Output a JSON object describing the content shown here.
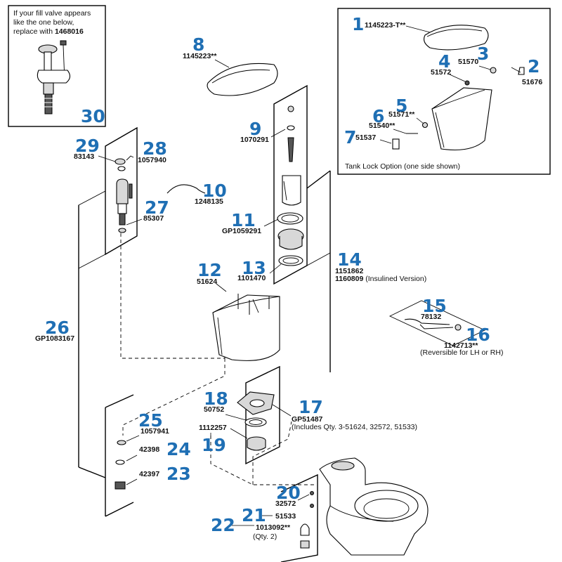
{
  "callouts": [
    {
      "num": "1",
      "part": "1145223-T**"
    },
    {
      "num": "2",
      "part": "51676"
    },
    {
      "num": "3",
      "part": "51570"
    },
    {
      "num": "4",
      "part": "51572"
    },
    {
      "num": "5",
      "part": "51571**"
    },
    {
      "num": "6",
      "part": "51540**"
    },
    {
      "num": "7",
      "part": "51537"
    },
    {
      "num": "8",
      "part": "1145223**"
    },
    {
      "num": "9",
      "part": "1070291"
    },
    {
      "num": "10",
      "part": "1248135"
    },
    {
      "num": "11",
      "part": "GP1059291"
    },
    {
      "num": "12",
      "part": "51624"
    },
    {
      "num": "13",
      "part": "1101470"
    },
    {
      "num": "14",
      "part": "1151862",
      "part2": "1160809",
      "note": "(Insulined Version)"
    },
    {
      "num": "15",
      "part": "78132"
    },
    {
      "num": "16",
      "part": "1142713**",
      "note": "(Reversible for LH or RH)"
    },
    {
      "num": "17",
      "part": "GP51487",
      "note": "(Includes Qty. 3-51624, 32572, 51533)"
    },
    {
      "num": "18",
      "part": "50752"
    },
    {
      "num": "19",
      "part": "1112257"
    },
    {
      "num": "20",
      "part": "32572"
    },
    {
      "num": "21",
      "part": "51533"
    },
    {
      "num": "22",
      "part": "1013092**",
      "note": "(Qty. 2)"
    },
    {
      "num": "23",
      "part": "42397"
    },
    {
      "num": "24",
      "part": "42398"
    },
    {
      "num": "25",
      "part": "1057941"
    },
    {
      "num": "26",
      "part": "GP1083167"
    },
    {
      "num": "27",
      "part": "85307"
    },
    {
      "num": "28",
      "part": "1057940"
    },
    {
      "num": "29",
      "part": "83143"
    },
    {
      "num": "30"
    }
  ],
  "fill_valve_note": {
    "line1": "If your fill valve appears",
    "line2": "like the one below,",
    "line3": "replace with",
    "part": "1468016"
  },
  "tank_lock_caption": "Tank Lock Option (one side shown)",
  "colors": {
    "callout_blue": "#1f6fb4",
    "line": "#000000"
  }
}
